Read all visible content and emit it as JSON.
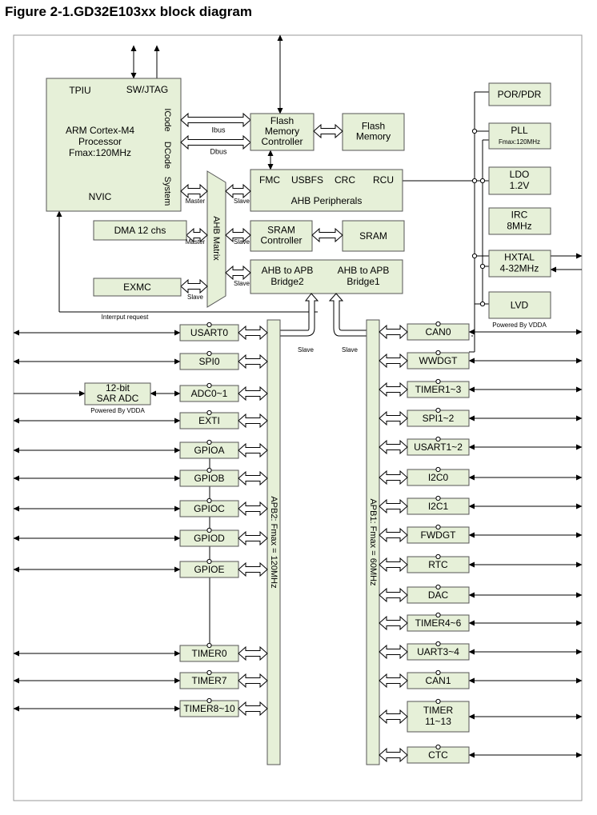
{
  "title": "Figure 2-1.GD32E103xx block diagram",
  "colors": {
    "block_fill": "#e6f0d8",
    "stroke": "#555555",
    "line": "#000000"
  },
  "labels": {
    "tpiu": "TPIU",
    "swjtag": "SW/JTAG",
    "core": [
      "ARM Cortex-M4",
      "Processor",
      "Fmax:120MHz"
    ],
    "icode": "ICode",
    "dcode": "DCode",
    "system": "System",
    "nvic": "NVIC",
    "flash_ctrl": [
      "Flash",
      "Memory",
      "Controller"
    ],
    "flash_mem": [
      "Flash",
      "Memory"
    ],
    "ibus": "Ibus",
    "dbus": "Dbus",
    "fmc": "FMC",
    "usbfs": "USBFS",
    "crc": "CRC",
    "rcu": "RCU",
    "ahb_periph": "AHB Peripherals",
    "sram_ctrl": [
      "SRAM",
      "Controller"
    ],
    "sram": "SRAM",
    "bridge2": [
      "AHB to APB",
      "Bridge2"
    ],
    "bridge1": [
      "AHB to APB",
      "Bridge1"
    ],
    "dma": "DMA 12 chs",
    "exmc": "EXMC",
    "ahb_matrix": "AHB Matrix",
    "master": "Master",
    "slave": "Slave",
    "interrupt": "Interrput request",
    "por": "POR/PDR",
    "pll": "PLL",
    "pll_sub": "Fmax:120MHz",
    "ldo": [
      "LDO",
      "1.2V"
    ],
    "irc": [
      "IRC",
      "8MHz"
    ],
    "hxtal": [
      "HXTAL",
      "4-32MHz"
    ],
    "lvd": "LVD",
    "powered_vdda_right": [
      "Powered By V",
      "DDA"
    ],
    "adc_block": [
      "12-bit",
      "SAR ADC"
    ],
    "powered_vdda_left": [
      "Powered By V",
      "DDA"
    ],
    "apb2": "APB2: Fmax = 120MHz",
    "apb1": "APB1: Fmax = 60MHz"
  },
  "apb2_periph": [
    "USART0",
    "SPI0",
    "ADC0~1",
    "EXTI",
    "GPIOA",
    "GPIOB",
    "GPIOC",
    "GPIOD",
    "GPIOE",
    "TIMER0",
    "TIMER7",
    "TIMER8~10"
  ],
  "apb1_periph": [
    "CAN0",
    "WWDGT",
    "TIMER1~3",
    "SPI1~2",
    "USART1~2",
    "I2C0",
    "I2C1",
    "FWDGT",
    "RTC",
    "DAC",
    "TIMER4~6",
    "UART3~4",
    "CAN1",
    [
      "TIMER",
      "11~13"
    ],
    "CTC"
  ]
}
